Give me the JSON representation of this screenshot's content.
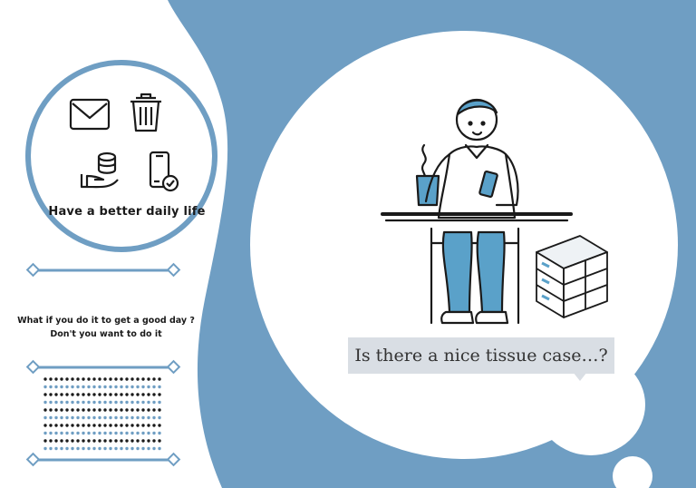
{
  "colors": {
    "accent": "#6f9ec3",
    "line": "#1a1a1a",
    "figure_blue": "#5aa1c9",
    "box_fill": "#d9dee4"
  },
  "icons": [
    "envelope-icon",
    "trash-icon",
    "coins-in-hand-icon",
    "phone-check-icon"
  ],
  "feature_circle": {
    "caption": "Have a better daily life"
  },
  "question": {
    "line1": "What if you do it to get a good day ?",
    "line2": "Don't you want to do it"
  },
  "speech": {
    "text": "Is there a nice tissue case…?"
  }
}
